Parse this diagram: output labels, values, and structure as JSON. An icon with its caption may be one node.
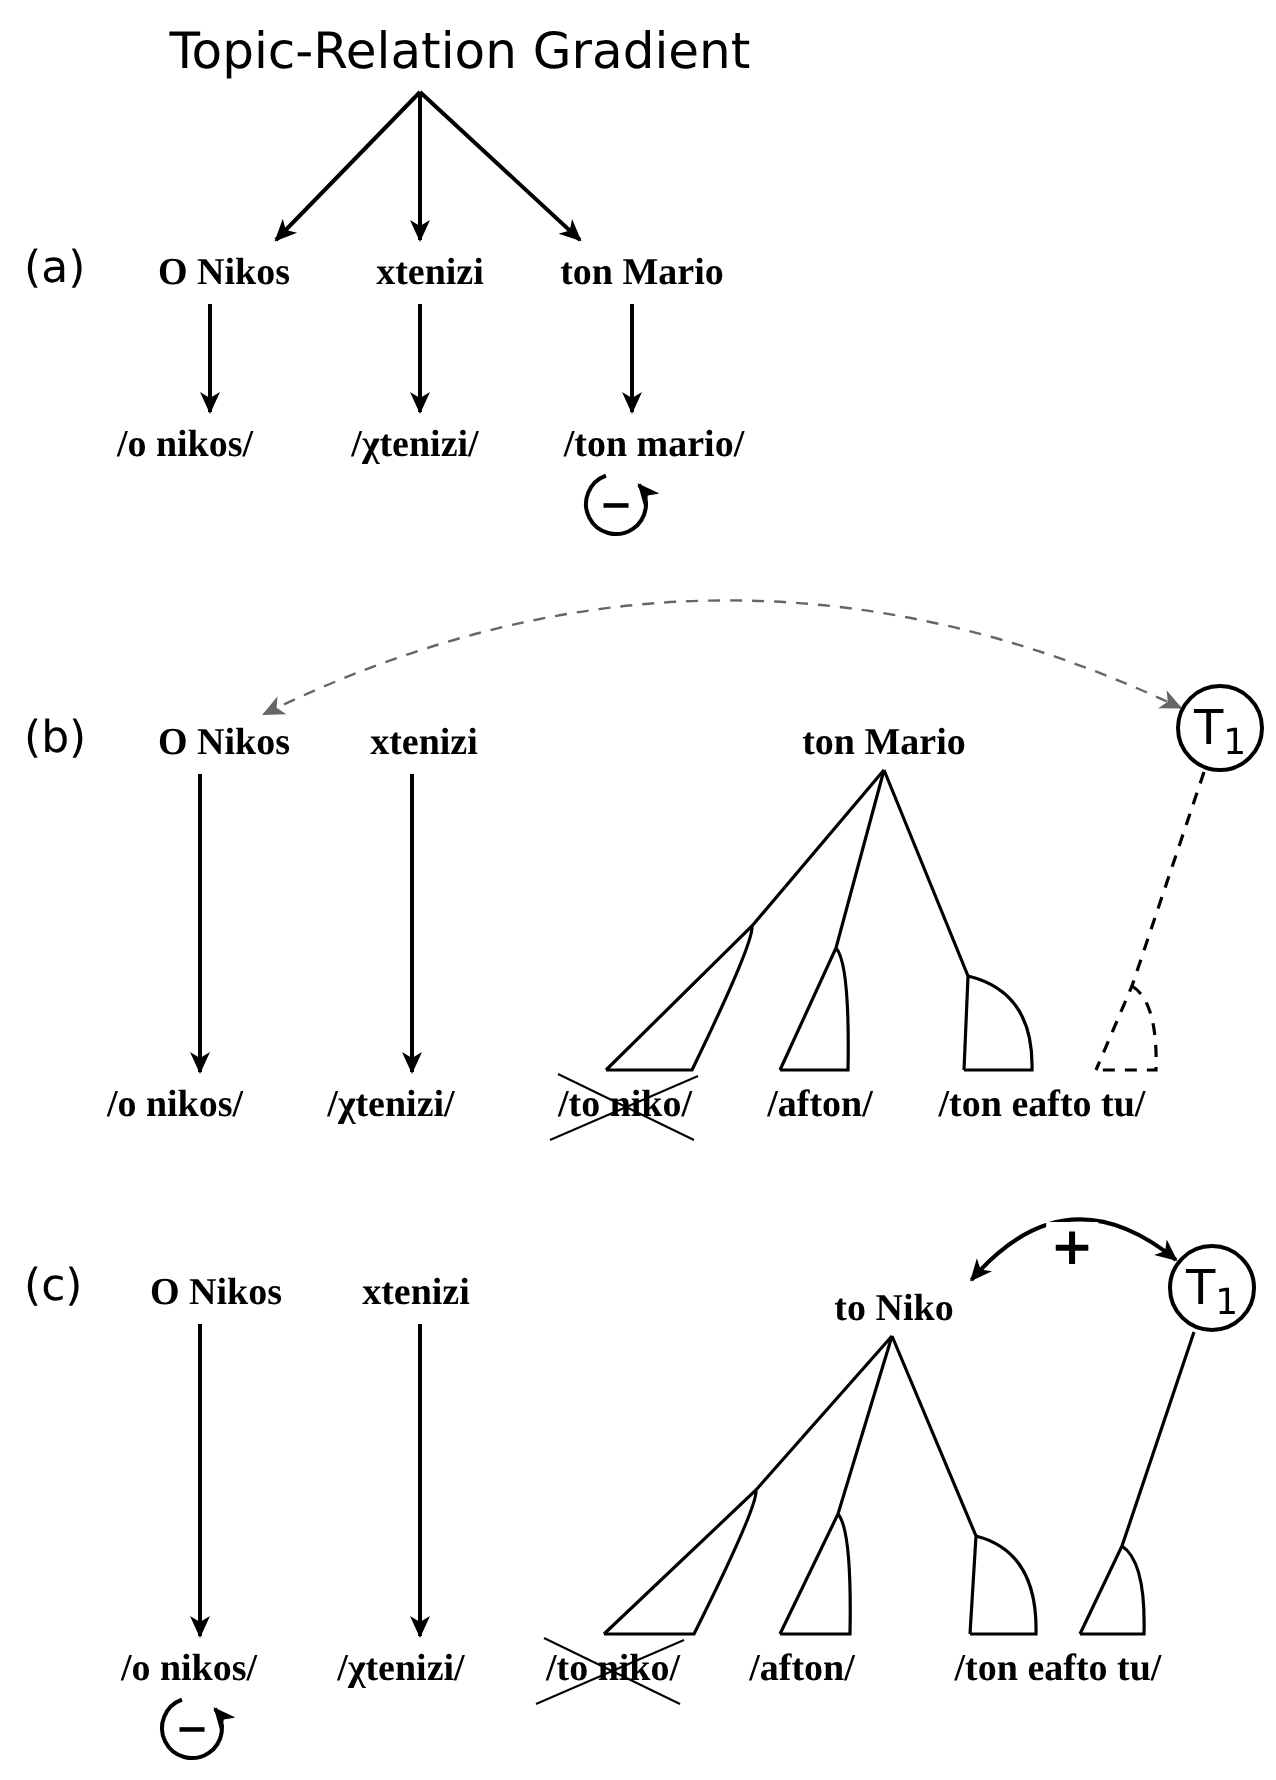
{
  "diagram": {
    "nodes": [
      {
        "text": [
          "Topic-Relation Gradient"
        ]
      },
      {
        "text": [
          "O Nikos"
        ]
      },
      {
        "text": [
          "xtenizi"
        ]
      },
      {
        "text": [
          "ton Mario"
        ]
      },
      {
        "text": [
          "/o nikos/"
        ]
      },
      {
        "text": [
          "/χtenizi/"
        ]
      },
      {
        "text": [
          "/ton mario/"
        ]
      },
      {
        "text": [
          "O Nikos"
        ]
      },
      {
        "text": [
          "xtenizi"
        ]
      },
      {
        "text": [
          "ton Mario"
        ]
      },
      {
        "text": [
          "T$_{1}$"
        ]
      },
      {
        "text": [
          "/o nikos/"
        ]
      },
      {
        "text": [
          "/χtenizi/"
        ]
      },
      {
        "text": [
          "/to niko/"
        ]
      },
      {
        "text": [
          "/afton/"
        ]
      },
      {
        "text": [
          "/ton eafto tu/"
        ]
      },
      {
        "text": [
          "O Nikos"
        ]
      },
      {
        "text": [
          "xtenizi"
        ]
      },
      {
        "text": [
          "to Niko"
        ]
      },
      {
        "text": [
          "T$_{1}$"
        ]
      },
      {
        "text": [
          "/o nikos/"
        ]
      },
      {
        "text": [
          "/χtenizi/"
        ]
      },
      {
        "text": [
          "/to niko/"
        ]
      },
      {
        "text": [
          "/afton/"
        ]
      },
      {
        "text": [
          "/ton eafto tu/"
        ]
      }
    ],
    "edges": [
      {
        "from": 0,
        "to": 1,
        "arrow": "to"
      },
      {
        "from": 0,
        "to": 2,
        "arrow": "to"
      },
      {
        "from": 0,
        "to": 3,
        "arrow": "to"
      },
      {
        "from": 1,
        "to": 4,
        "arrow": "to"
      },
      {
        "from": 2,
        "to": 5,
        "arrow": "to"
      },
      {
        "from": 3,
        "to": 6,
        "arrow": "to"
      },
      {
        "from": 7,
        "to": 10,
        "arrow": "both",
        "style": "dashed",
        "color": "#666666"
      },
      {
        "from": 7,
        "to": 11,
        "arrow": "to"
      },
      {
        "from": 8,
        "to": 12,
        "arrow": "to"
      },
      {
        "from": 9,
        "to": 13,
        "arrow": "none"
      },
      {
        "from": 9,
        "to": 14,
        "arrow": "none"
      },
      {
        "from": 9,
        "to": 15,
        "arrow": "none"
      },
      {
        "from": 10,
        "to": 15,
        "arrow": "none",
        "style": "dashed"
      },
      {
        "from": 18,
        "to": 19,
        "arrow": "both",
        "label": "+"
      },
      {
        "from": 16,
        "to": 20,
        "arrow": "to"
      },
      {
        "from": 17,
        "to": 21,
        "arrow": "to"
      },
      {
        "from": 18,
        "to": 22,
        "arrow": "none"
      },
      {
        "from": 18,
        "to": 23,
        "arrow": "none"
      },
      {
        "from": 18,
        "to": 24,
        "arrow": "none"
      },
      {
        "from": 19,
        "to": 24,
        "arrow": "none"
      },
      {
        "from": 6,
        "to": 6,
        "arrow": "to",
        "label": "−"
      },
      {
        "from": 20,
        "to": 20,
        "arrow": "to",
        "label": "−"
      }
    ],
    "labels": [
      "(a)",
      "(b)",
      "(c)"
    ]
  }
}
